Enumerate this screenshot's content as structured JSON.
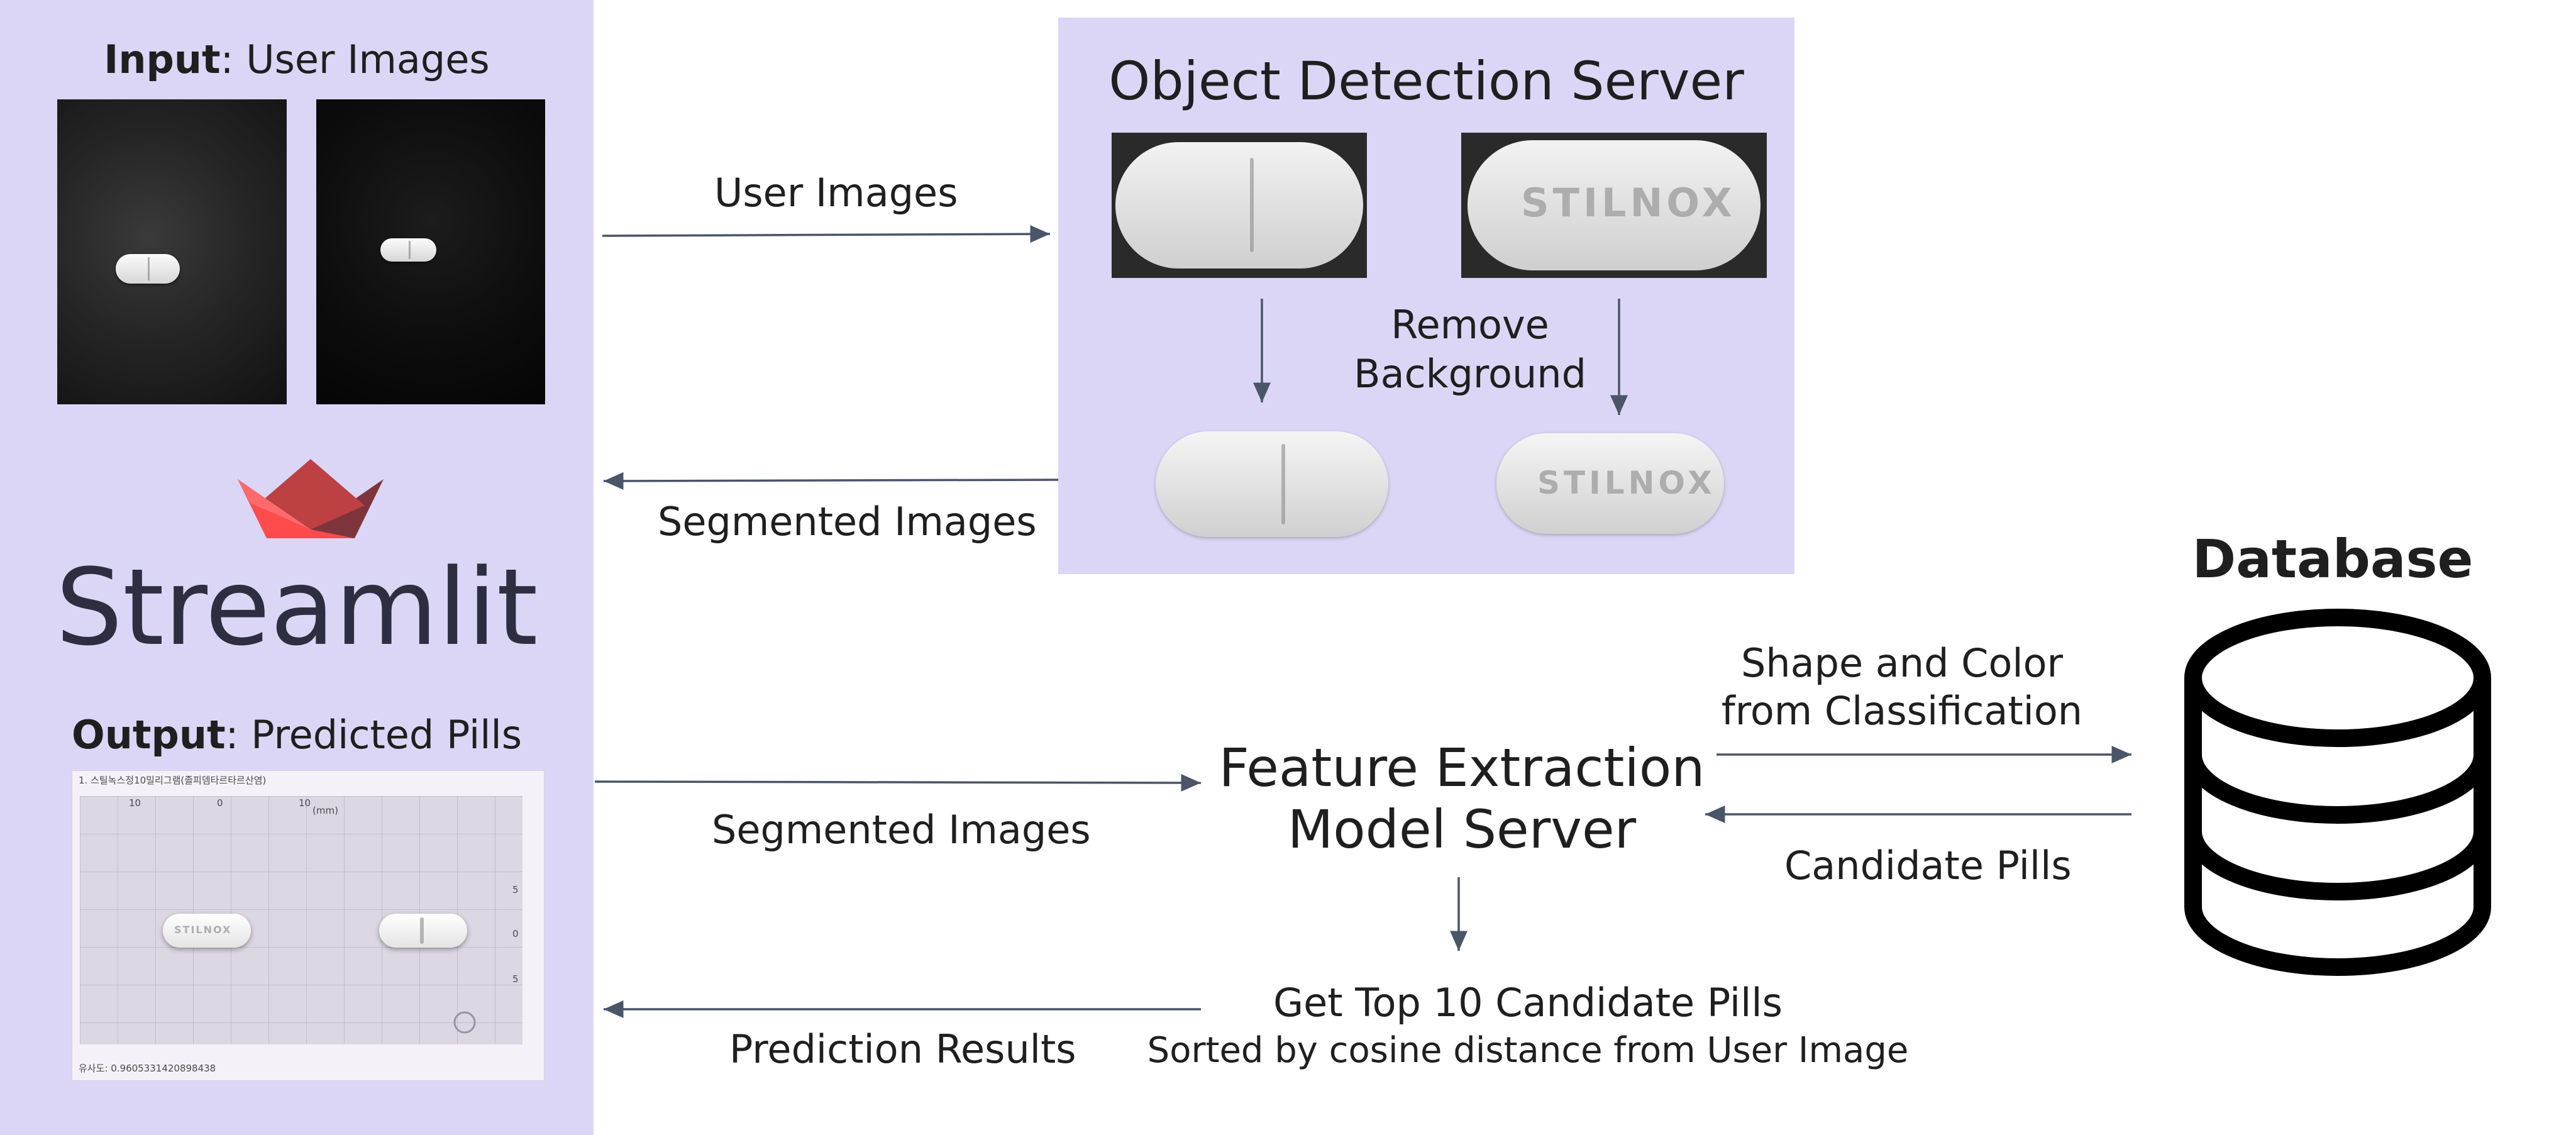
{
  "left_panel": {
    "input_label": {
      "bold": "Input",
      "rest": ": User Images"
    },
    "logo_text": "Streamlit",
    "output_label": {
      "bold": "Output",
      "rest": ": Predicted Pills"
    },
    "result_card": {
      "header": "1.  스틸녹스정10밀리그램(졸피뎀타르타르산염)",
      "ruler_labels": [
        "10",
        "0",
        "10",
        "(mm)"
      ],
      "side_ticks": [
        "5",
        "0",
        "5"
      ],
      "similarity": "유사도: 0.9605331420898438",
      "pill_imprint": "STILNOX"
    }
  },
  "object_detection": {
    "title": "Object Detection Server",
    "remove_background": [
      "Remove",
      "Background"
    ],
    "pill_imprint": "STILNOX"
  },
  "arrows": {
    "user_images": "User Images",
    "segmented_images_back": "Segmented Images",
    "segmented_images_fwd": "Segmented Images",
    "prediction_results": "Prediction Results",
    "shape_color": [
      "Shape and Color",
      "from Classification"
    ],
    "candidate_pills": "Candidate Pills"
  },
  "feature_extraction": {
    "title": [
      "Feature Extraction",
      "Model Server"
    ]
  },
  "top10": {
    "line1": "Get Top 10 Candidate Pills",
    "line2": "Sorted by cosine distance from User Image"
  },
  "database": {
    "title": "Database"
  },
  "colors": {
    "panel_bg": "#dcd6f6",
    "arrow": "#4a5568",
    "streamlit_red": "#ff4b4b",
    "streamlit_dark": "#7d353b",
    "text": "#1f1f1f"
  }
}
